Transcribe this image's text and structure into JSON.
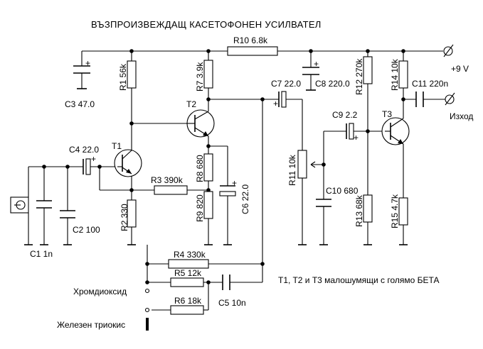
{
  "title": "ВЪЗПРОИЗВЕЖДАЩ КАСЕТОФОНЕН УСИЛВАТЕЛ",
  "note": "T1, T2 и T3 малошумящи с голямо БЕТА",
  "supply": "+9 V",
  "output": "Изход",
  "modes": {
    "chrome": "Хромдиоксид",
    "iron": "Железен триокис"
  },
  "components": {
    "R1": "R1 56k",
    "R2": "R2 330",
    "R3": "R3 390k",
    "R4": "R4 330k",
    "R5": "R5 12k",
    "R6": "R6 18k",
    "R7": "R7 3.9k",
    "R8": "R8 680",
    "R9": "R9 820",
    "R10": "R10 6.8k",
    "R11": "R11 10k",
    "R12": "R12 270k",
    "R13": "R13 68k",
    "R14": "R14 10k",
    "R15": "R15 4.7k",
    "C1": "C1 1n",
    "C2": "C2 100",
    "C3": "C3 47.0",
    "C4": "C4 22.0",
    "C5": "C5 10n",
    "C6": "C6 22.0",
    "C7": "C7 22.0",
    "C8": "C8 220.0",
    "C9": "C9 2.2",
    "C10": "C10 680",
    "C11": "C11 220n",
    "T1": "T1",
    "T2": "T2",
    "T3": "T3"
  },
  "polarity": "+"
}
